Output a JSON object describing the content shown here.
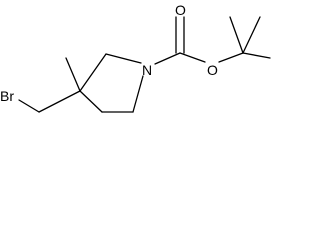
{
  "molecule": {
    "atoms": {
      "bromine": "Br",
      "nitrogen": "N",
      "carbonyl_oxygen": "O",
      "ester_oxygen": "O"
    }
  }
}
